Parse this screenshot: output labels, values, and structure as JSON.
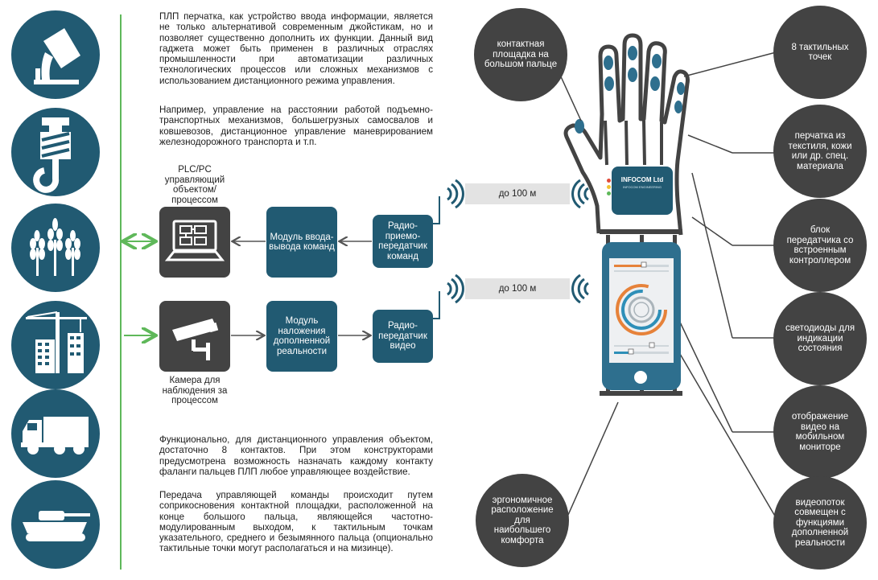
{
  "intro": {
    "paragraph1": "ПЛП перчатка, как устройство ввода информации, является не только альтернативой современным джойстикам, но и позволяет существенно дополнить их функции. Данный вид гаджета может быть применен в различных отраслях промышленности при автоматизации различных технологических процессов или сложных механизмов с использованием дистанционного режима управления.",
    "paragraph2": "Например, управление на расстоянии работой подъемно-транспортных механизмов, большегрузных самосвалов и ковшевозов, дистанционное управление маневрированием железнодорожного транспорта и т.п."
  },
  "outro": {
    "paragraph1": "Функционально, для дистанционного управления объектом, достаточно 8 контактов. При этом конструкторами предусмотрена возможность назначать каждому контакту фаланги пальцев ПЛП любое управляющее воздействие.",
    "paragraph2": "Передача управляющей команды происходит путем соприкосновения контактной площадки, расположенной на конце большого пальца, являющейся частотно-модулированным выходом, к тактильным точкам указательного, среднего и безымянного пальца (опционально тактильные точки могут располагаться и на мизинце)."
  },
  "industries": [
    {
      "icon": "metallurgy-ladle-icon"
    },
    {
      "icon": "crane-hook-icon"
    },
    {
      "icon": "agriculture-wheat-icon"
    },
    {
      "icon": "construction-crane-icon"
    },
    {
      "icon": "truck-icon"
    },
    {
      "icon": "tank-icon"
    }
  ],
  "flow": {
    "plc_caption": "PLC/PC управляющий объектом/ процессом",
    "camera_caption": "Камера для наблюдения за процессом",
    "io_module": "Модуль ввода-вывода команд",
    "ar_module": "Модуль наложения дополненной реальности",
    "radio_cmd": "Радио-приемо-передатчик команд",
    "radio_video": "Радио-передатчик видео",
    "range1": "до 100 м",
    "range2": "до 100 м"
  },
  "device": {
    "brand": "INFOCOM Ltd",
    "brand_sub": "INFOCOM ENGINEERING"
  },
  "callouts": {
    "thumb_pad": "контактная площадка на большом пальце",
    "ergonomic": "эргономичное расположение для наибольшего комфорта",
    "tactile_points": "8 тактильных точек",
    "material": "перчатка из текстиля, кожи или др. спец. материала",
    "transmitter": "блок передатчика со встроенным контроллером",
    "leds": "светодиоды для индикации состояния",
    "video_display": "отображение видео на мобильном мониторе",
    "ar_video": "видеопоток совмещен с функциями дополненной реальности"
  },
  "colors": {
    "teal": "#215a72",
    "dark": "#434343",
    "green": "#5fb85a",
    "band": "#e3e3e3",
    "phone": "#2e6f8e"
  }
}
